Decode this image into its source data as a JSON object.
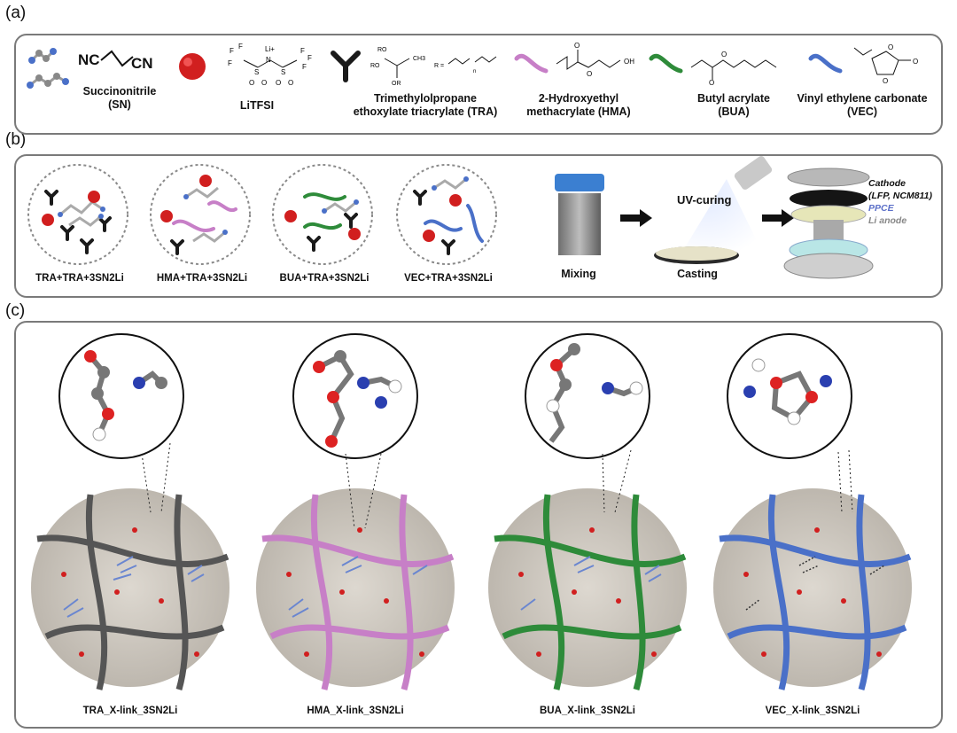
{
  "panel_labels": {
    "a": "(a)",
    "b": "(b)",
    "c": "(c)"
  },
  "panel_a": {
    "components": [
      {
        "name": "Succinonitrile",
        "abbr": "(SN)",
        "formula": "NC–CH2–CH2–CN",
        "formula_left": "NC",
        "formula_right": "CN"
      },
      {
        "name": "LiTFSI",
        "abbr": "",
        "formula_text": [
          "F",
          "F",
          "F",
          "Li+",
          "N",
          "S",
          "S",
          "O",
          "O",
          "O",
          "O",
          "F",
          "F",
          "F"
        ]
      },
      {
        "name": "Trimethylolpropane",
        "abbr": "ethoxylate triacrylate (TRA)",
        "formula_text": [
          "RO",
          "RO",
          "OR",
          "CH3",
          "R =",
          "n"
        ]
      },
      {
        "name": "2-Hydroxyethyl",
        "abbr": "methacrylate (HMA)",
        "formula_text": [
          "O",
          "O",
          "OH"
        ]
      },
      {
        "name": "Butyl acrylate",
        "abbr": "(BUA)",
        "formula_text": [
          "O",
          "O"
        ]
      },
      {
        "name": "Vinyl ethylene carbonate",
        "abbr": "(VEC)",
        "formula_text": [
          "O",
          "O",
          "O"
        ]
      }
    ]
  },
  "panel_b": {
    "mixtures": [
      "TRA+TRA+3SN2Li",
      "HMA+TRA+3SN2Li",
      "BUA+TRA+3SN2Li",
      "VEC+TRA+3SN2Li"
    ],
    "steps": {
      "mixing": "Mixing",
      "uv": "UV-curing",
      "casting": "Casting"
    },
    "cell_layers": {
      "cathode": "Cathode",
      "cathode_types": "(LFP, NCM811)",
      "ppce": "PPCE",
      "anode": "Li anode"
    }
  },
  "panel_c": {
    "networks": [
      "TRA_X-link_3SN2Li",
      "HMA_X-link_3SN2Li",
      "BUA_X-link_3SN2Li",
      "VEC_X-link_3SN2Li"
    ]
  },
  "colors": {
    "tra": "#2a2a2a",
    "hma": "#c77fc7",
    "bua": "#2e8b3a",
    "vec": "#4a70c8",
    "li": "#d11f1f",
    "panel_border": "#7a7a7a"
  }
}
